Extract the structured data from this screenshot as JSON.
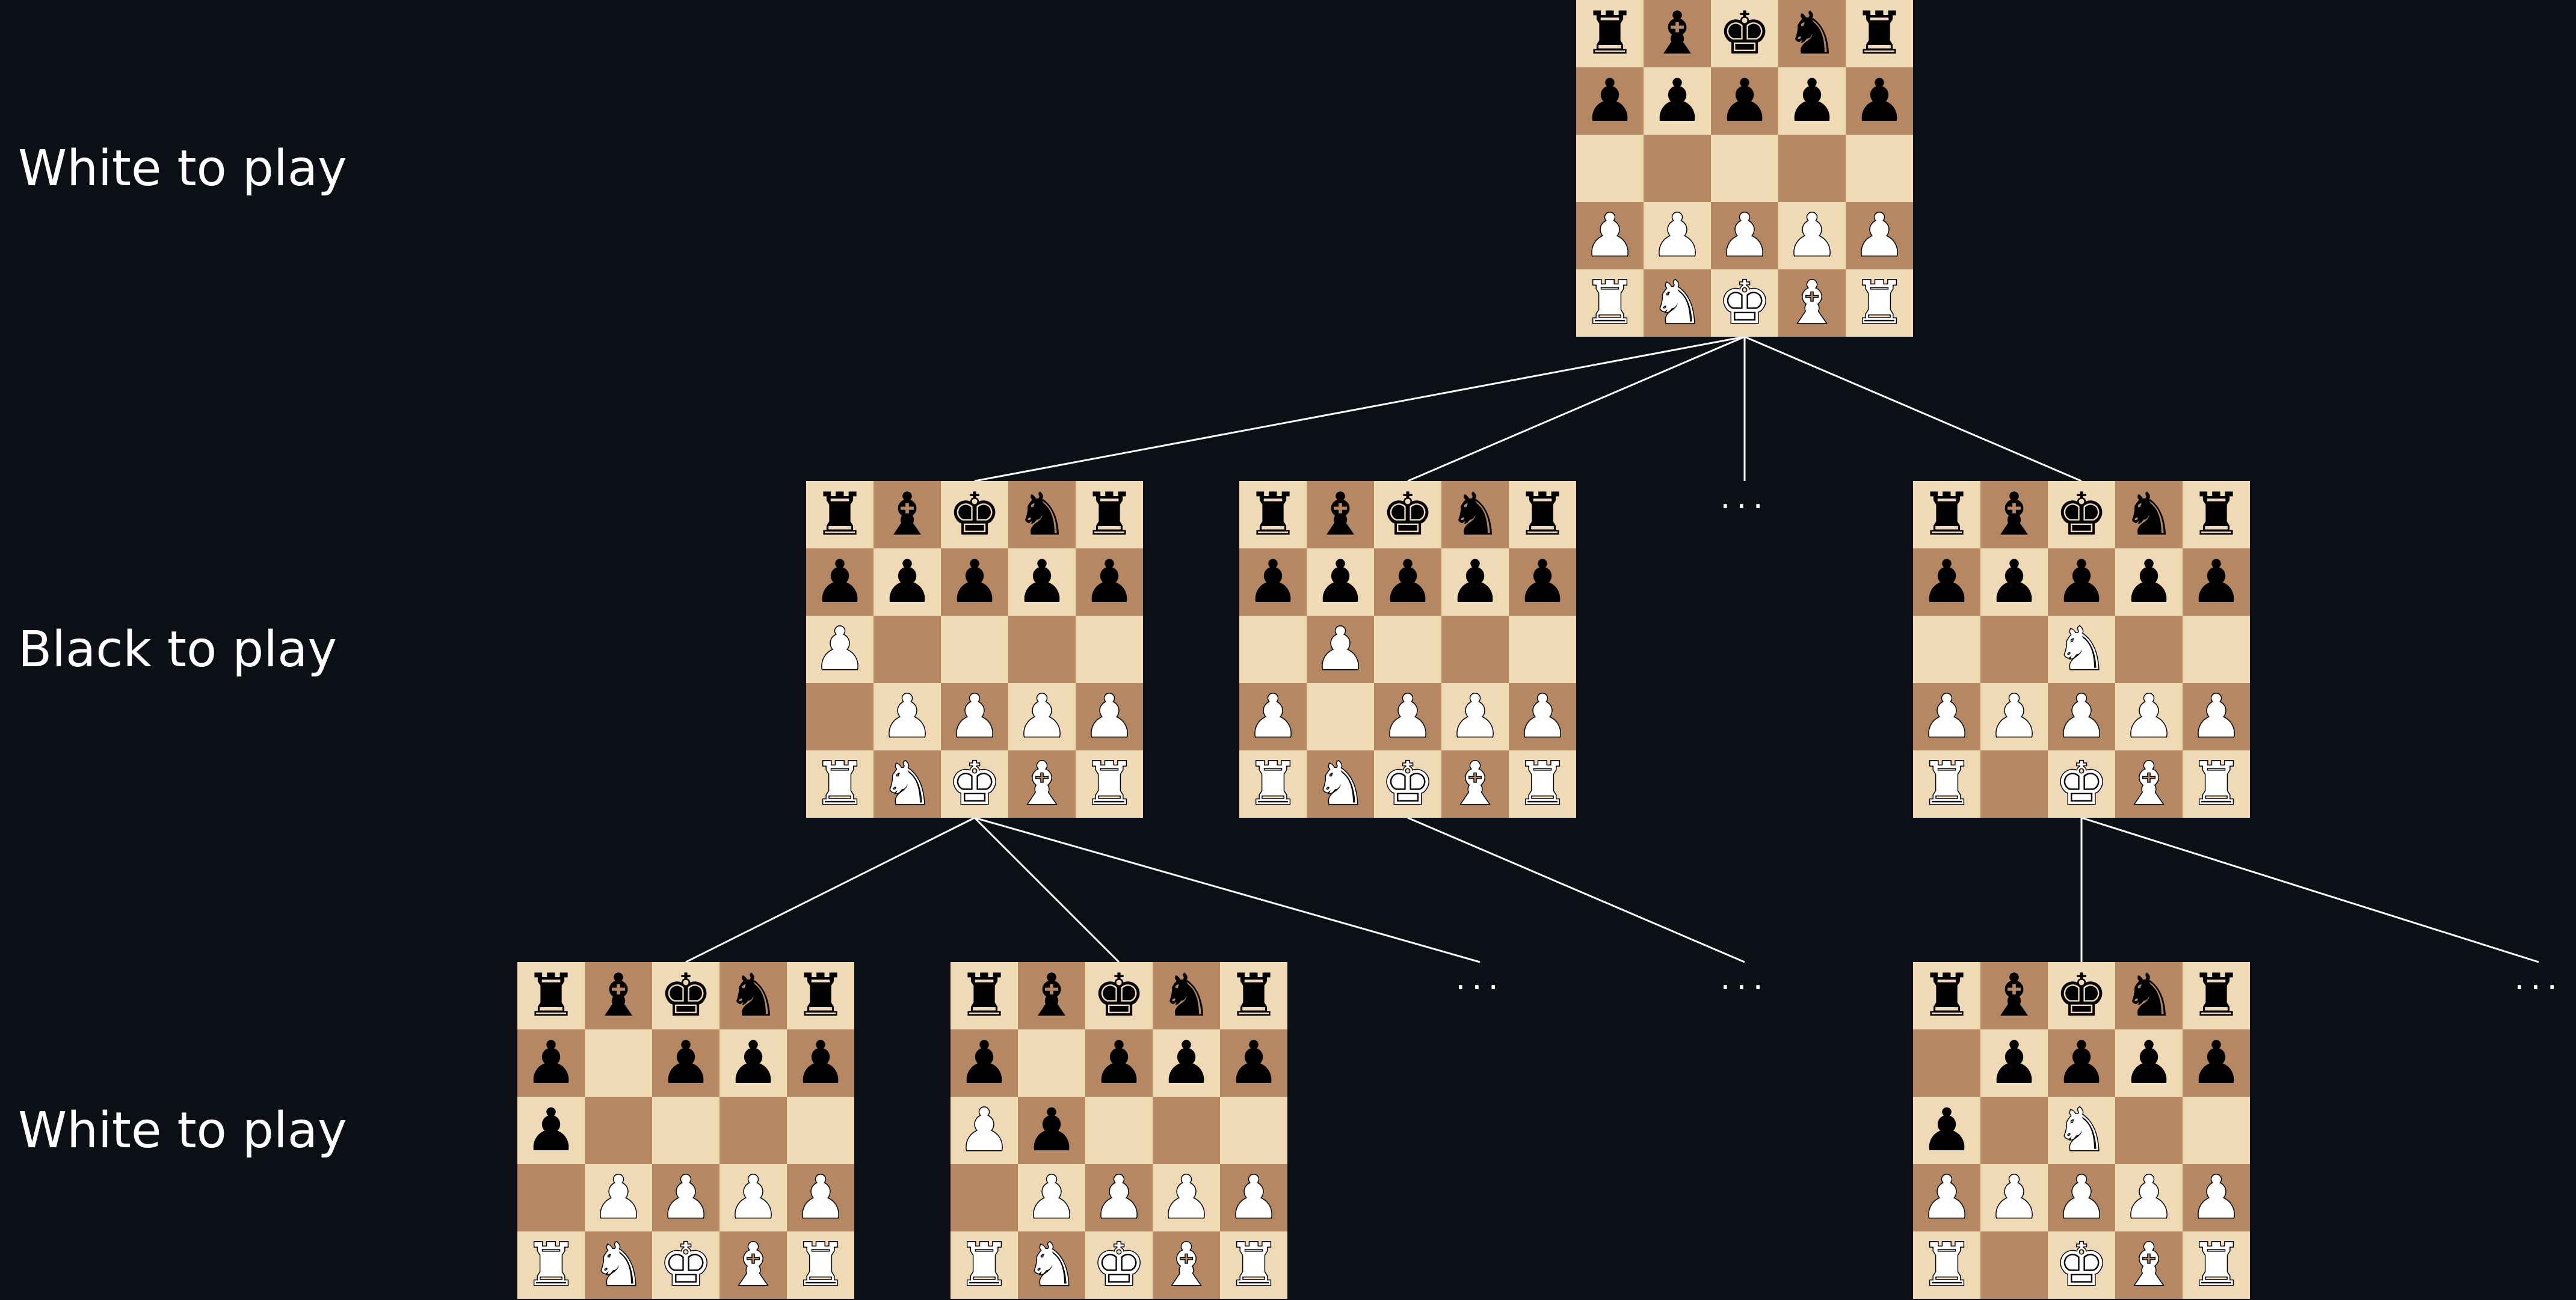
{
  "level_labels": [
    "White to play",
    "Black to play",
    "White to play"
  ],
  "ellipsis_text": "...",
  "colors": {
    "background": "#0c0f16",
    "light_square": "#f0d9b5",
    "dark_square": "#b58863",
    "edge": "#ffffff"
  },
  "icons": {
    "K": "white-king-icon",
    "Q": "white-queen-icon",
    "R": "white-rook-icon",
    "B": "white-bishop-icon",
    "N": "white-knight-icon",
    "P": "white-pawn-icon",
    "k": "black-king-icon",
    "q": "black-queen-icon",
    "r": "black-rook-icon",
    "b": "black-bishop-icon",
    "n": "black-knight-icon",
    "p": "black-pawn-icon"
  },
  "positions": [
    {
      "id": "root",
      "rows": [
        "rbkn r",
        "ppppp",
        ".....",
        "PPPPP",
        "RNKBR"
      ]
    },
    {
      "id": "b1",
      "rows": [
        "rbknr",
        "ppppp",
        "P....",
        ".PPPP",
        "RNKBR"
      ]
    },
    {
      "id": "b2",
      "rows": [
        "rbknr",
        "ppppp",
        ".P...",
        "P.PPP",
        "RNKBR"
      ]
    },
    {
      "id": "b3",
      "rows": [
        "rbknr",
        "ppppp",
        "..N..",
        "PPPPP",
        "R.KBR"
      ]
    },
    {
      "id": "c1",
      "rows": [
        "rbknr",
        "p.ppp",
        "p....",
        ".PPPP",
        "RNKBR"
      ]
    },
    {
      "id": "c2",
      "rows": [
        "rbknr",
        "p.ppp",
        "Pp...",
        ".PPPP",
        "RNKBR"
      ]
    },
    {
      "id": "c3",
      "rows": [
        "rbknr",
        ".pppp",
        "p.N..",
        "PPPPP",
        "R.KBR"
      ]
    }
  ],
  "edges": [
    [
      "root",
      "b1"
    ],
    [
      "root",
      "b2"
    ],
    [
      "root",
      "e_root"
    ],
    [
      "root",
      "b3"
    ],
    [
      "b1",
      "c1"
    ],
    [
      "b1",
      "c2"
    ],
    [
      "b1",
      "e_b1"
    ],
    [
      "b2",
      "e_b2"
    ],
    [
      "b3",
      "c3"
    ],
    [
      "b3",
      "e_b3"
    ]
  ],
  "ellipses": [
    "e_root",
    "e_b1",
    "e_b2",
    "e_b3"
  ]
}
